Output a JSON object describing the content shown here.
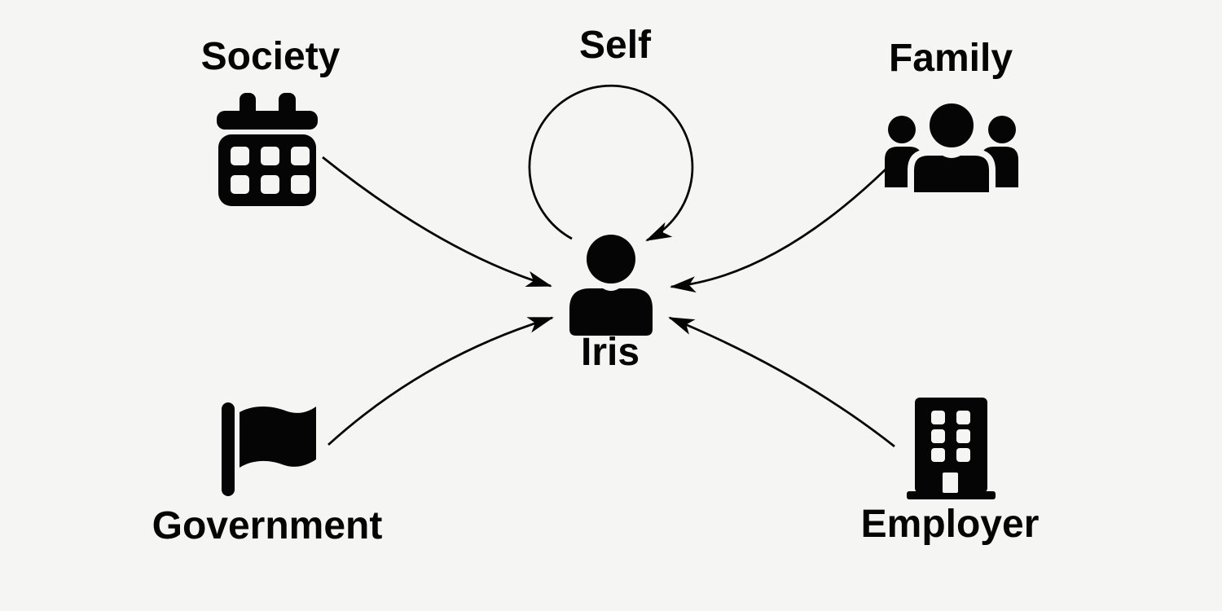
{
  "colors": {
    "background": "#f5f5f4",
    "foreground": "#050505"
  },
  "diagram": {
    "center": {
      "label": "Iris",
      "icon": "person-icon"
    },
    "nodes": [
      {
        "id": "society",
        "label": "Society",
        "icon": "calendar-icon",
        "position": "top-left"
      },
      {
        "id": "self",
        "label": "Self",
        "icon": "self-loop-arrow",
        "position": "top-center"
      },
      {
        "id": "family",
        "label": "Family",
        "icon": "people-group-icon",
        "position": "top-right"
      },
      {
        "id": "government",
        "label": "Government",
        "icon": "flag-icon",
        "position": "bottom-left"
      },
      {
        "id": "employer",
        "label": "Employer",
        "icon": "building-icon",
        "position": "bottom-right"
      }
    ],
    "edges": [
      {
        "from": "Society",
        "to": "Iris",
        "type": "curved-arrow"
      },
      {
        "from": "Self",
        "to": "Iris",
        "type": "self-loop"
      },
      {
        "from": "Family",
        "to": "Iris",
        "type": "curved-arrow"
      },
      {
        "from": "Government",
        "to": "Iris",
        "type": "curved-arrow"
      },
      {
        "from": "Employer",
        "to": "Iris",
        "type": "curved-arrow"
      }
    ]
  }
}
